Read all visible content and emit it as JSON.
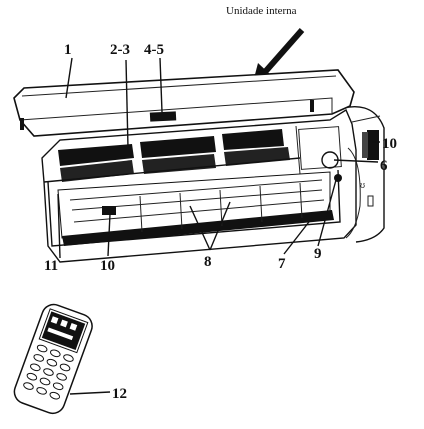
{
  "title": "Unidade interna",
  "labels": {
    "l1": "1",
    "l23": "2-3",
    "l45": "4-5",
    "l10a": "10",
    "l6": "6",
    "l11": "11",
    "l10b": "10",
    "l8": "8",
    "l7": "7",
    "l9": "9",
    "l12": "12"
  },
  "brand_badge": "",
  "colors": {
    "line": "#111111",
    "panel_fill": "#ffffff",
    "filter_fill": "#111111",
    "shadow": "#cfcfcf"
  }
}
